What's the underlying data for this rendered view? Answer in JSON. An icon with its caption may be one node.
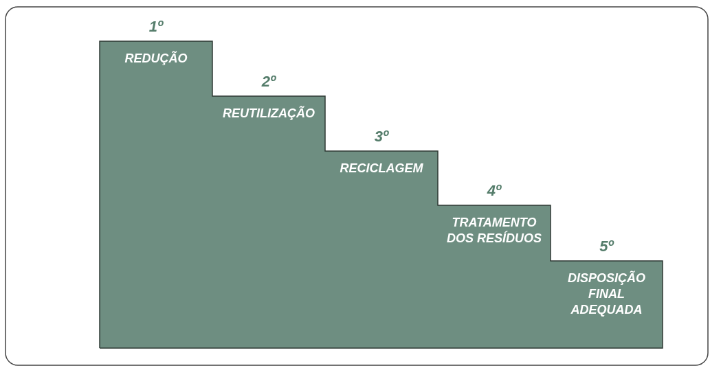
{
  "diagram": {
    "nodes": [
      {
        "text": [
          "1º",
          "REDUÇÃO"
        ]
      },
      {
        "text": [
          "2º",
          "REUTILIZAÇÃO"
        ]
      },
      {
        "text": [
          "3º",
          "RECICLAGEM"
        ]
      },
      {
        "text": [
          "4º",
          "TRATAMENTO DOS RESÍDUOS"
        ]
      },
      {
        "text": [
          "5º",
          "DISPOSIÇÃO FINAL ADEQUADA"
        ]
      }
    ]
  }
}
